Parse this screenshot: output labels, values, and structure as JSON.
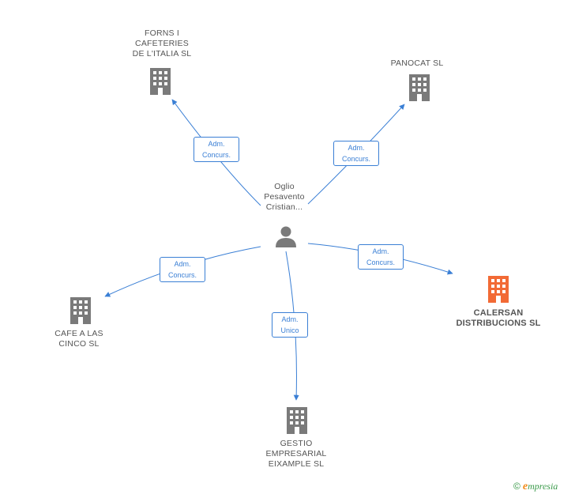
{
  "colors": {
    "edge": "#3a7fd5",
    "building": "#7a7a7a",
    "building_main": "#f26a35",
    "person": "#7a7a7a"
  },
  "center": {
    "name_lines": [
      "Oglio",
      "Pesavento",
      "Cristian..."
    ],
    "icon": "person-icon"
  },
  "nodes": [
    {
      "id": "forns",
      "lines": [
        "FORNS I",
        "CAFETERIES",
        "DE L'ITALIA SL"
      ],
      "icon": "building-icon",
      "main": false
    },
    {
      "id": "panocat",
      "lines": [
        "PANOCAT SL"
      ],
      "icon": "building-icon",
      "main": false
    },
    {
      "id": "calersan",
      "lines": [
        "CALERSAN",
        "DISTRIBUCIONS SL"
      ],
      "icon": "building-icon",
      "main": true
    },
    {
      "id": "cafe",
      "lines": [
        "CAFE A LAS",
        "CINCO SL"
      ],
      "icon": "building-icon",
      "main": false
    },
    {
      "id": "gestio",
      "lines": [
        "GESTIO",
        "EMPRESARIAL",
        "EIXAMPLE SL"
      ],
      "icon": "building-icon",
      "main": false
    }
  ],
  "edges": [
    {
      "to": "forns",
      "label_lines": [
        "Adm.",
        "Concurs."
      ]
    },
    {
      "to": "panocat",
      "label_lines": [
        "Adm.",
        "Concurs."
      ]
    },
    {
      "to": "calersan",
      "label_lines": [
        "Adm.",
        "Concurs."
      ]
    },
    {
      "to": "cafe",
      "label_lines": [
        "Adm.",
        "Concurs."
      ]
    },
    {
      "to": "gestio",
      "label_lines": [
        "Adm.",
        "Unico"
      ]
    }
  ],
  "footer": {
    "copyright": "©",
    "brand_initial": "e",
    "brand_rest": "mpresia"
  }
}
